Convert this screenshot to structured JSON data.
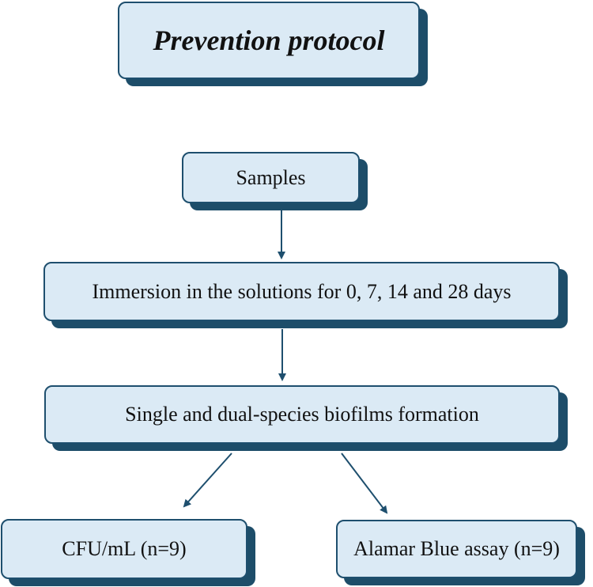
{
  "title": "Prevention protocol",
  "steps": {
    "samples": "Samples",
    "immersion": "Immersion in the solutions for 0, 7, 14 and 28 days",
    "biofilm": "Single and dual-species biofilms formation"
  },
  "outcomes": {
    "cfu": "CFU/mL (n=9)",
    "alamar": "Alamar Blue assay (n=9)"
  },
  "colors": {
    "box_fill": "#dbeaf5",
    "box_border": "#1e4f6e",
    "box_shadow": "#1d4d69",
    "arrow": "#1e4f6e"
  }
}
